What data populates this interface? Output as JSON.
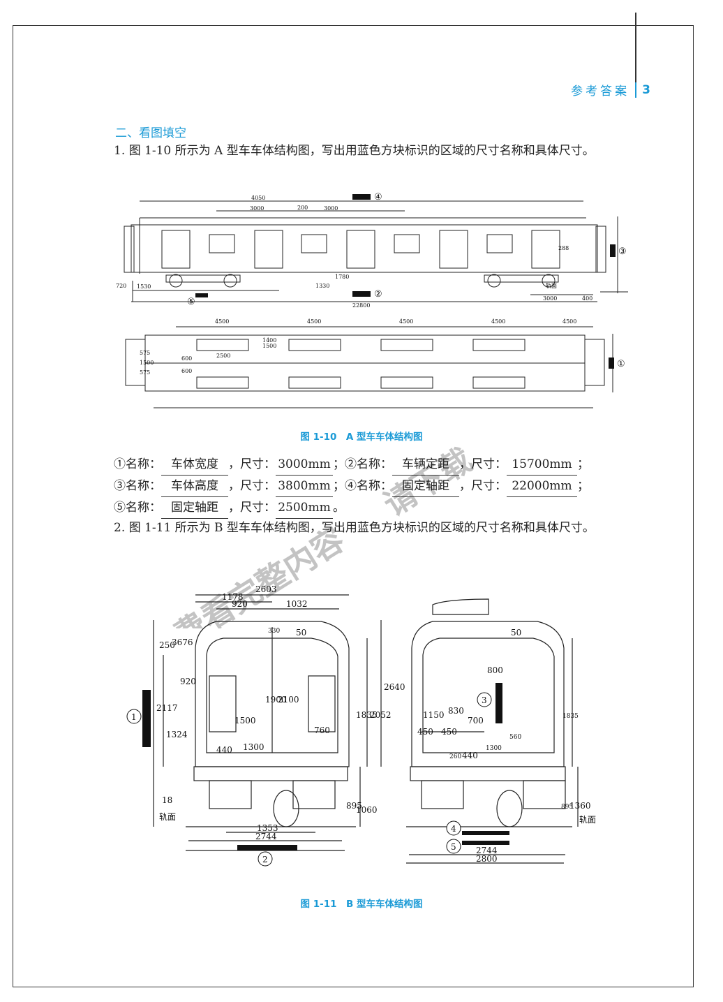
{
  "header": {
    "title": "参考答案",
    "page_number": "3"
  },
  "section_title": "二、看图填空",
  "q1": {
    "text": "1. 图 1-10 所示为 A 型车车体结构图，写出用蓝色方块标识的区域的尺寸名称和具体尺寸。"
  },
  "fig1": {
    "caption": "图 1-10　A 型车车体结构图",
    "dims": {
      "d4050": "4050",
      "d3000a": "3000",
      "d200": "200",
      "d3000b": "3000",
      "d720": "720",
      "d1530": "1530",
      "d1330": "1330",
      "d1780": "1780",
      "d22800": "22800",
      "d3000c": "3000",
      "d400": "400",
      "rail": "轨面",
      "t4500": "4500",
      "d1400": "1400",
      "d1500": "1500",
      "d2500": "2500",
      "d575a": "575",
      "d1500v": "1500",
      "d575b": "575",
      "d600a": "600",
      "d600b": "600",
      "car_no": "288"
    },
    "markers": {
      "m1": "①",
      "m2": "②",
      "m3": "③",
      "m4": "④",
      "m5": "⑤"
    }
  },
  "answers": {
    "row1": {
      "n1_label": "①名称：",
      "n1_name": "车体宽度",
      "sep1": "，尺寸：",
      "n1_value": "3000mm",
      "n2_label": "；②名称：",
      "n2_name": "车辆定距",
      "sep2": "，尺寸：",
      "n2_value": "15700mm",
      "end": "；"
    },
    "row2": {
      "n3_label": "③名称：",
      "n3_name": "车体高度",
      "sep1": "，尺寸：",
      "n3_value": "3800mm",
      "n4_label": "；④名称：",
      "n4_name": "固定轴距",
      "sep2": "，尺寸：",
      "n4_value": "22000mm",
      "end": "；"
    },
    "row3": {
      "n5_label": "⑤名称：",
      "n5_name": "固定轴距",
      "sep1": "，尺寸：",
      "n5_value": "2500mm",
      "end": "。"
    }
  },
  "q2": {
    "text": "2. 图 1-11 所示为 B 型车车体结构图，写出用蓝色方块标识的区域的尺寸名称和具体尺寸。"
  },
  "fig2": {
    "caption": "图 1-11　B 型车车体结构图",
    "left": {
      "d2603": "2603",
      "d1178": "1178",
      "d920a": "920",
      "d1032": "1032",
      "d250": "250",
      "d3676": "3676",
      "d330": "330",
      "d50": "50",
      "d920b": "920",
      "d2117": "2117",
      "d1324": "1324",
      "d1500": "1500",
      "d1900": "1900",
      "d2100": "2100",
      "d1835": "1835",
      "d2052": "2052",
      "d2640": "2640",
      "d760": "760",
      "d440": "440",
      "d1300": "1300",
      "d895": "895",
      "d1060": "1060",
      "d18": "18",
      "rail": "轨面",
      "d1353": "1353",
      "d2744": "2744"
    },
    "right": {
      "d50": "50",
      "d800": "800",
      "d1150": "1150",
      "d830": "830",
      "d700": "700",
      "d450a": "450",
      "d450b": "450",
      "d560": "560",
      "d260": "260",
      "d440": "440",
      "d1300": "1300",
      "d1835": "1835",
      "d895": "895",
      "d1360": "1360",
      "rail": "轨面",
      "d2744": "2744",
      "d2800": "2800"
    },
    "markers": {
      "m1": "1",
      "m2": "2",
      "m3": "3",
      "m4": "4",
      "m5": "5"
    }
  },
  "watermark": {
    "text1": "免费看完整内容",
    "text2": "请下载"
  },
  "colors": {
    "accent": "#1a9ad6",
    "marker": "#111111",
    "line": "#222222"
  }
}
